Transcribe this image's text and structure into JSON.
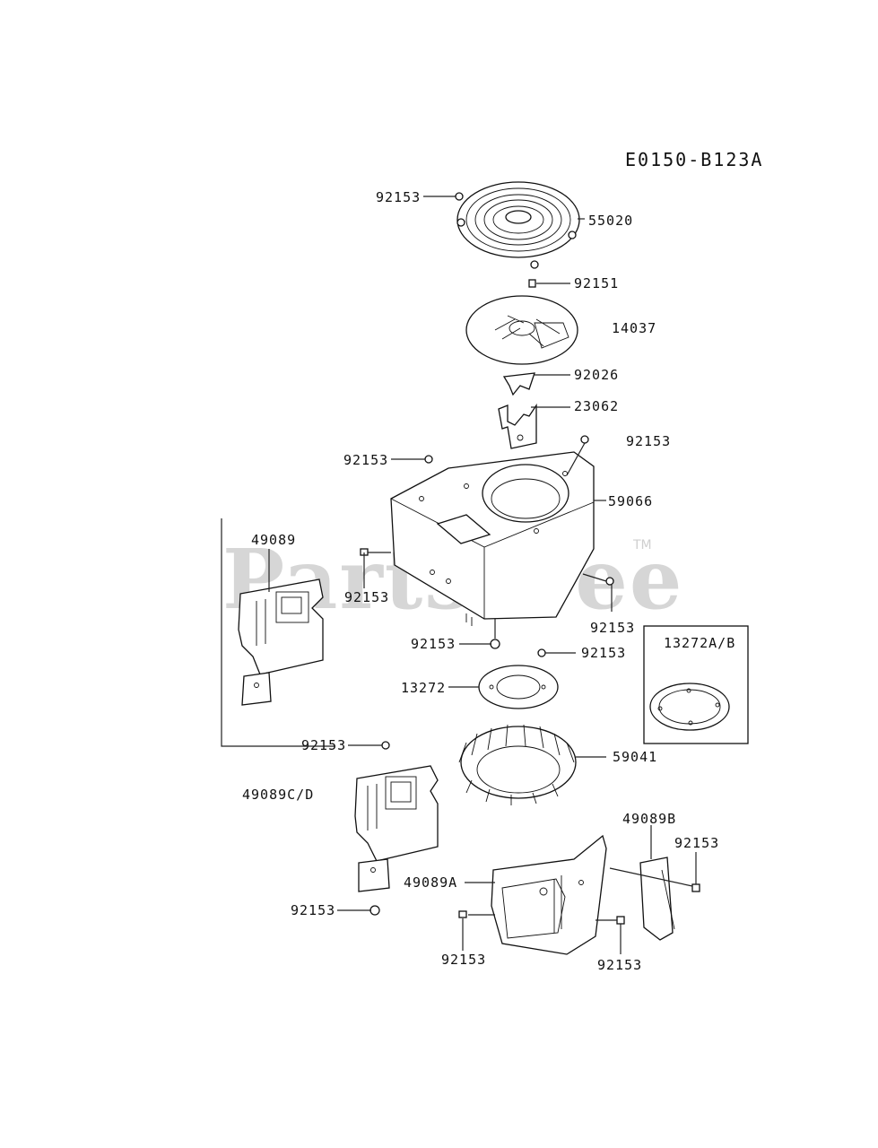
{
  "diagram_code": "E0150-B123A",
  "watermark": "PartsTree",
  "watermark_tm": "TM",
  "labels": {
    "l_55020": "55020",
    "l_92153_top": "92153",
    "l_92151": "92151",
    "l_14037": "14037",
    "l_92026": "92026",
    "l_23062": "23062",
    "l_92153_a": "92153",
    "l_92153_b": "92153",
    "l_59066": "59066",
    "l_49089": "49089",
    "l_92153_c": "92153",
    "l_92153_d": "92153",
    "l_92153_e": "92153",
    "l_92153_f": "92153",
    "l_13272": "13272",
    "l_13272ab": "13272A/B",
    "l_92153_g": "92153",
    "l_49089cd": "49089C/D",
    "l_59041": "59041",
    "l_49089b": "49089B",
    "l_92153_h": "92153",
    "l_49089a": "49089A",
    "l_92153_i": "92153",
    "l_92153_j": "92153",
    "l_92153_k": "92153"
  }
}
